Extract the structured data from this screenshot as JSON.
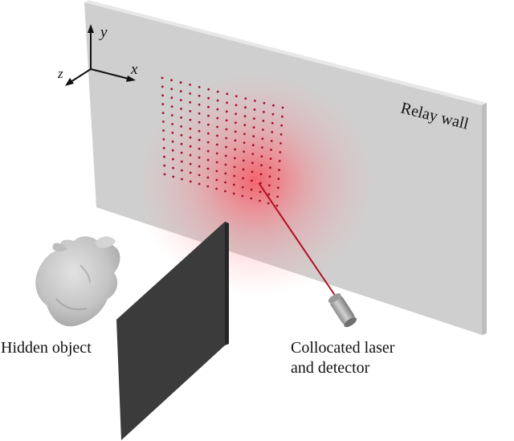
{
  "labels": {
    "wall": "Relay wall",
    "hidden": "Hidden object",
    "device_line1": "Collocated laser",
    "device_line2": "and detector"
  },
  "axes": {
    "x": "x",
    "y": "y",
    "z": "z"
  },
  "colors": {
    "wall_face": "#cfcfcf",
    "wall_edge": "#e6e6e6",
    "occluder": "#3b3b3b",
    "occluder_edge": "#262626",
    "laser": "#b01020",
    "scan_point": "#a3112a",
    "glow": "#ff3c4a",
    "bunny": "#c8c8c8"
  },
  "scan_grid": {
    "rows": 12,
    "cols": 14
  }
}
